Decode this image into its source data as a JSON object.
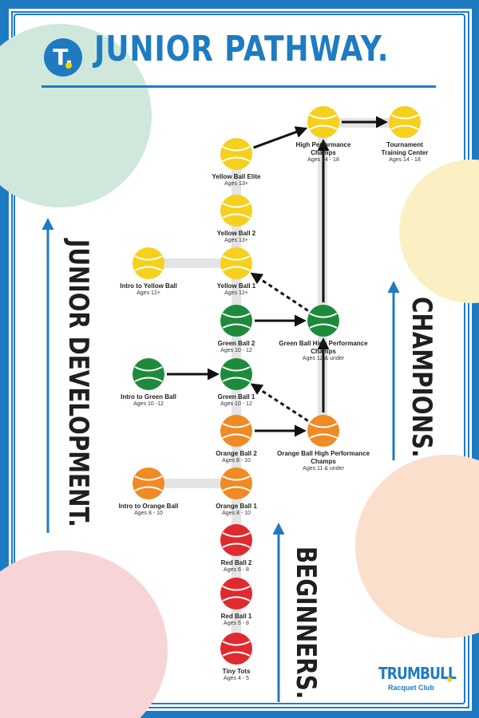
{
  "header": {
    "title": "JUNIOR PATHWAY.",
    "logo_letter": "T."
  },
  "sections": {
    "junior_development": "JUNIOR DEVELOPMENT.",
    "champions": "CHAMPIONS.",
    "beginners": "BEGINNERS."
  },
  "footer": {
    "brand": "TRUMBULL",
    "subtitle": "Racquet Club"
  },
  "colors": {
    "blue": "#1f7bc1",
    "yellow": "#f6d01d",
    "green": "#1e8a3c",
    "orange": "#f08a24",
    "red": "#e02a2f"
  },
  "nodes": [
    {
      "id": "tiny_tots",
      "label": "Tiny Tots",
      "ages": "Ages 4 - 5",
      "color": "red"
    },
    {
      "id": "red1",
      "label": "Red Ball 1",
      "ages": "Ages 5 - 8",
      "color": "red"
    },
    {
      "id": "red2",
      "label": "Red Ball 2",
      "ages": "Ages 6 - 8",
      "color": "red"
    },
    {
      "id": "orange1",
      "label": "Orange Ball 1",
      "ages": "Ages 8 - 10",
      "color": "orange"
    },
    {
      "id": "intro_orange",
      "label": "Intro to Orange Ball",
      "ages": "Ages 8 - 10",
      "color": "orange"
    },
    {
      "id": "orange2",
      "label": "Orange Ball 2",
      "ages": "Ages 8 - 10",
      "color": "orange"
    },
    {
      "id": "orange_hp",
      "label": "Orange Ball High Performance\nChamps",
      "ages": "Ages 11 & under",
      "color": "orange"
    },
    {
      "id": "green1",
      "label": "Green Ball 1",
      "ages": "Ages 10 - 12",
      "color": "green"
    },
    {
      "id": "intro_green",
      "label": "Intro to Green Ball",
      "ages": "Ages 10 -12",
      "color": "green"
    },
    {
      "id": "green2",
      "label": "Green Ball 2",
      "ages": "Ages 10 - 12",
      "color": "green"
    },
    {
      "id": "green_hp",
      "label": "Green Ball High Performance\nChamps",
      "ages": "Ages 12 & under",
      "color": "green"
    },
    {
      "id": "yellow1",
      "label": "Yellow Ball 1",
      "ages": "Ages 12+",
      "color": "yellow"
    },
    {
      "id": "intro_yellow",
      "label": "Intro to Yellow Ball",
      "ages": "Ages 12+",
      "color": "yellow"
    },
    {
      "id": "yellow2",
      "label": "Yellow Ball 2",
      "ages": "Ages 13+",
      "color": "yellow"
    },
    {
      "id": "yellow_elite",
      "label": "Yellow Ball Elite",
      "ages": "Ages 13+",
      "color": "yellow"
    },
    {
      "id": "hp_champs",
      "label": "High Performance\nChamps",
      "ages": "Ages 14 - 18",
      "color": "yellow"
    },
    {
      "id": "ttc",
      "label": "Tournament\nTraining Center",
      "ages": "Ages 14 - 18",
      "color": "yellow"
    }
  ],
  "edges": [
    {
      "from": "intro_orange",
      "to": "orange1",
      "style": "gray"
    },
    {
      "from": "intro_green",
      "to": "green1",
      "style": "arrow"
    },
    {
      "from": "intro_yellow",
      "to": "yellow1",
      "style": "gray"
    },
    {
      "from": "orange2",
      "to": "orange_hp",
      "style": "arrow"
    },
    {
      "from": "orange_hp",
      "to": "green_hp",
      "style": "arrow"
    },
    {
      "from": "orange_hp",
      "to": "green1",
      "style": "dashed"
    },
    {
      "from": "green2",
      "to": "green_hp",
      "style": "arrow"
    },
    {
      "from": "green_hp",
      "to": "hp_champs",
      "style": "arrow"
    },
    {
      "from": "green_hp",
      "to": "yellow1",
      "style": "dashed"
    },
    {
      "from": "yellow_elite",
      "to": "hp_champs",
      "style": "arrow"
    },
    {
      "from": "hp_champs",
      "to": "ttc",
      "style": "arrow"
    }
  ]
}
